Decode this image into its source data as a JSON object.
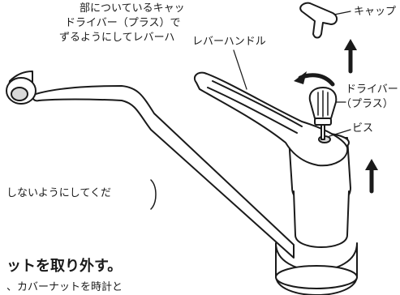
{
  "text_top": {
    "line1": "部についているキャッ",
    "line2": "ドライバー（プラス）で",
    "line3": "ずるようにしてレバーハ"
  },
  "labels": {
    "cap": "キャップ",
    "lever_handle": "レバーハンドル",
    "driver_line1": "ドライバー",
    "driver_line2": "（プラス）",
    "screw": "ビス"
  },
  "note": "しないようにしてくだ",
  "heading": "ットを取り外す。",
  "body_line": "、カバーナットを時計と",
  "colors": {
    "ink": "#1a1a1a",
    "fill": "#ffffff",
    "shade": "#d9d9d9"
  }
}
